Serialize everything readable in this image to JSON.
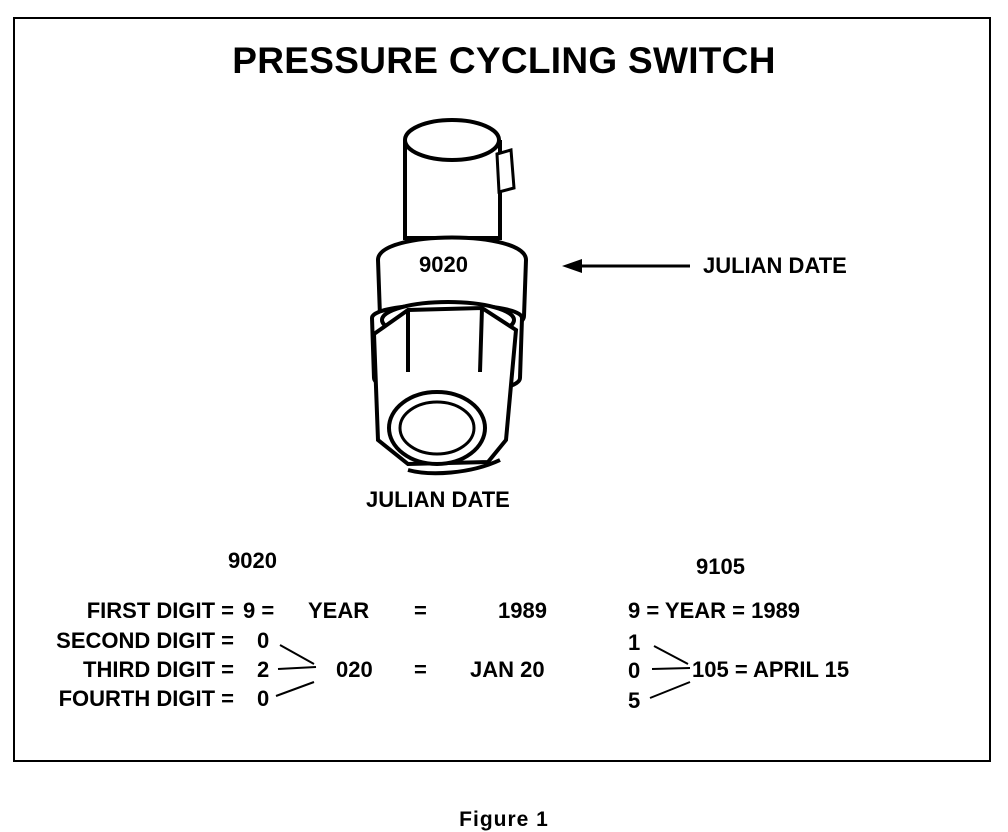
{
  "title": "PRESSURE CYCLING SWITCH",
  "switch_label": "9020",
  "callout_label": "JULIAN DATE",
  "subtitle": "JULIAN DATE",
  "left_example": {
    "code": "9020",
    "rows": [
      {
        "label": "FIRST DIGIT =",
        "digit": "9 =",
        "mid": "YEAR",
        "eq": "=",
        "value": "1989"
      },
      {
        "label": "SECOND DIGIT =",
        "digit": "0"
      },
      {
        "label": "THIRD DIGIT =",
        "digit": "2",
        "mid": "020",
        "eq": "=",
        "value": "JAN 20"
      },
      {
        "label": "FOURTH DIGIT =",
        "digit": "0"
      }
    ]
  },
  "right_example": {
    "code": "9105",
    "rows": [
      "9 = YEAR = 1989",
      "1",
      "0",
      "5"
    ],
    "result": "105 = APRIL 15"
  },
  "caption": "Figure 1"
}
